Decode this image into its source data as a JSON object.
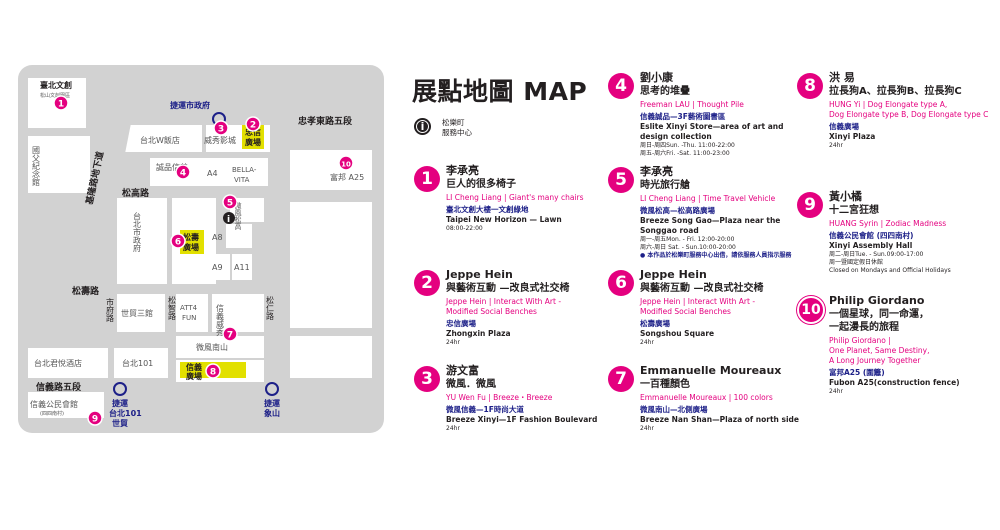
{
  "colors": {
    "accent": "#e4007f",
    "navy": "#1d2088",
    "road": "#d2d2d2",
    "block": "#ffffff",
    "highlight": "#e2e000"
  },
  "page_title": "展點地圖 MAP",
  "info_point": {
    "icon": "info-icon",
    "label": "松樂町\n服務中心"
  },
  "map": {
    "roads": {
      "zhongxiao": "忠孝東路五段",
      "songgao": "松高路",
      "songshou": "松壽路",
      "xinyi": "信義路五段",
      "keelung": "基隆路地下道",
      "songren": "松仁路",
      "shifu": "市府路",
      "songzhi": "松智路"
    },
    "places": {
      "sun_yatsen": "國父紀念館",
      "w_hotel": "台北W飯店",
      "vieshow": "威秀影城",
      "eslite": "誠品信義",
      "a4": "A4",
      "bella1": "BELLA-",
      "bella2": "VITA",
      "fubon": "富邦 A25",
      "city_hall": "台北市政府",
      "a8": "A8",
      "a9": "A9",
      "a11": "A11",
      "songgao_box": "微風松高",
      "world_trade": "世貿三館",
      "att4fun": "ATT4\nFUN",
      "xinyi_weixiu": "信義威秀",
      "nanshan": "微風南山",
      "grand_hyatt": "台北君悅酒店",
      "taipei101": "台北101",
      "assembly": "信義公民會館",
      "assembly_note": "(四四南村)",
      "taipei_creative": "臺北文創",
      "creative_note": "松山文創園區"
    },
    "labels": {
      "zhongxin": "忠信\n廣場",
      "songshou_sq": "松壽\n廣場",
      "xinyi_sq": "信義\n廣場"
    },
    "mrt": {
      "city_hall": "捷運市政府",
      "taipei101": "捷運\n台北101\n世貿",
      "xiangshan": "捷運\n象山"
    }
  },
  "venues": [
    {
      "num": "1",
      "artist": "李承亮",
      "work": "巨人的很多椅子",
      "credit": "LI Cheng Liang | Giant's many chairs",
      "loc_zh": "臺北文創大樓一文創綠地",
      "loc_en": "Taipei New Horizon — Lawn",
      "hours": "08:00-22:00"
    },
    {
      "num": "2",
      "artist": "Jeppe Hein",
      "work": "與藝術互動 —改良式社交椅",
      "credit": "Jeppe Hein | Interact With Art -\nModified Social Benches",
      "loc_zh": "忠信廣場",
      "loc_en": "Zhongxin Plaza",
      "hours": "24hr"
    },
    {
      "num": "3",
      "artist": "游文富",
      "work": "微風．微風",
      "credit": "YU Wen Fu | Breeze・Breeze",
      "loc_zh": "微風信義—1F時尚大道",
      "loc_en": "Breeze Xinyi—1F Fashion Boulevard",
      "hours": "24hr"
    },
    {
      "num": "4",
      "artist": "劉小康",
      "work": "思考的堆疊",
      "credit": "Freeman LAU | Thought Pile",
      "loc_zh": "信義誠品—3F藝術圖書區",
      "loc_en": "Eslite Xinyi Store—area of art and design collection",
      "hours": "周日-周四Sun. -Thu. 11:00-22:00\n周五-周六Fri. -Sat. 11:00-23:00"
    },
    {
      "num": "5",
      "artist": "李承亮",
      "work": "時光旅行艙",
      "credit": "LI Cheng Liang | Time Travel Vehicle",
      "loc_zh": "微風松高—松高路廣場",
      "loc_en": "Breeze Song Gao—Plaza near the Songgao road",
      "hours": "周一-周五Mon. - Fri. 12:00-20:00\n周六-周日 Sat. - Sun.10:00-20:00",
      "note": "本作品於松樂町服務中心出借，請依服務人員指示服務"
    },
    {
      "num": "6",
      "artist": "Jeppe Hein",
      "work": "與藝術互動 —改良式社交椅",
      "credit": "Jeppe Hein | Interact With Art -\nModified Social Benches",
      "loc_zh": "松壽廣場",
      "loc_en": "Songshou Square",
      "hours": "24hr"
    },
    {
      "num": "7",
      "artist": "Emmanuelle Moureaux",
      "work": "一百種顏色",
      "credit": "Emmanuelle Moureaux | 100 colors",
      "loc_zh": "微風南山—北側廣場",
      "loc_en": "Breeze Nan Shan—Plaza of north side",
      "hours": "24hr"
    },
    {
      "num": "8",
      "artist": "洪 易",
      "work": "拉長狗A、拉長狗B、拉長狗C",
      "credit": "HUNG Yi | Dog Elongate type A,\nDog Elongate type B, Dog Elongate type C",
      "loc_zh": "信義廣場",
      "loc_en": "Xinyi Plaza",
      "hours": "24hr"
    },
    {
      "num": "9",
      "artist": "黃小橘",
      "work": "十二宮狂想",
      "credit": "HUANG Syrin | Zodiac Madness",
      "loc_zh": "信義公民會館 (四四南村)",
      "loc_en": "Xinyi Assembly Hall",
      "hours": "周二-周日Tue. - Sun.09:00-17:00\n周一暨國定假日休館\nClosed on Mondays and Official Holidays"
    },
    {
      "num": "10",
      "artist": "Philip Giordano",
      "work": "一個星球，同一命運，\n一起漫長的旅程",
      "credit": "Philip Giordano |\nOne Planet, Same Destiny,\nA Long Journey Together",
      "loc_zh": "富邦A25 (圍籬)",
      "loc_en": "Fubon A25(construction fence)",
      "hours": "24hr"
    }
  ]
}
